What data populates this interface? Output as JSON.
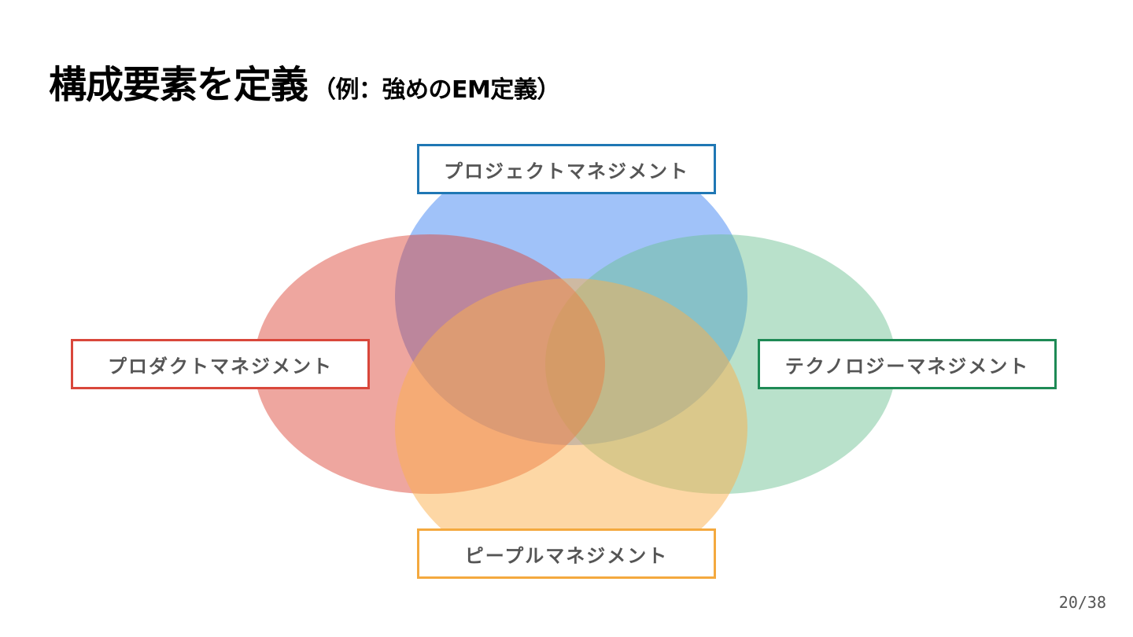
{
  "title": {
    "main": "構成要素を定義",
    "sub": "（例：強めのEM定義）"
  },
  "venn": {
    "sets": [
      {
        "id": "project",
        "label": "プロジェクトマネジメント",
        "color": "#4285f4",
        "border": "#1f77b4"
      },
      {
        "id": "product",
        "label": "プロダクトマネジメント",
        "color": "#db4437",
        "border": "#d9473b"
      },
      {
        "id": "technology",
        "label": "テクノロジーマネジメント",
        "color": "#6abf90",
        "border": "#1e8a55"
      },
      {
        "id": "people",
        "label": "ピープルマネジメント",
        "color": "#fbb04c",
        "border": "#f4a93f"
      }
    ]
  },
  "page": {
    "number": "20/38"
  }
}
